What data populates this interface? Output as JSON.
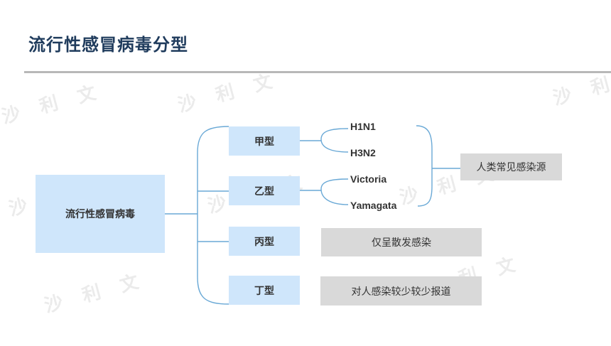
{
  "title": "流行性感冒病毒分型",
  "watermark": "沙 利 文",
  "root": "流行性感冒病毒",
  "types": [
    {
      "label": "甲型"
    },
    {
      "label": "乙型"
    },
    {
      "label": "丙型"
    },
    {
      "label": "丁型"
    }
  ],
  "subtypes": [
    "H1N1",
    "H3N2",
    "Victoria",
    "Yamagata"
  ],
  "notes": {
    "common": "人类常见感染源",
    "c_type": "仅呈散发感染",
    "d_type": "对人感染较少较少报道"
  },
  "colors": {
    "title": "#1f3b5c",
    "line": "#6aa9d6",
    "blue_box": "#cfe6fb",
    "gray_box": "#d9d9d9"
  }
}
